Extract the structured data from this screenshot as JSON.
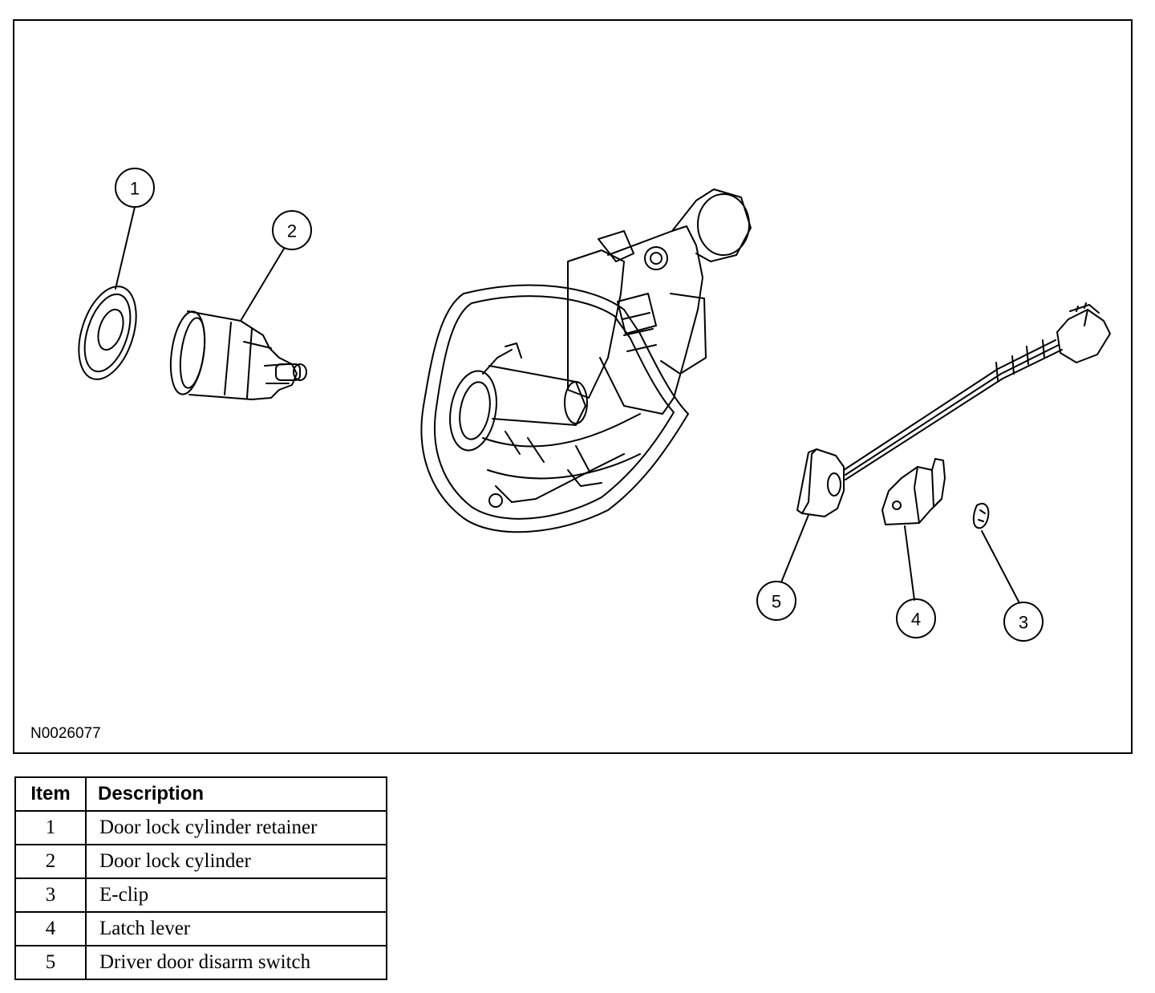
{
  "figure": {
    "id": "N0026077",
    "callouts": [
      "1",
      "2",
      "3",
      "4",
      "5"
    ]
  },
  "legend": {
    "headers": {
      "item": "Item",
      "description": "Description"
    },
    "rows": [
      {
        "item": "1",
        "description": "Door lock cylinder retainer"
      },
      {
        "item": "2",
        "description": "Door lock cylinder"
      },
      {
        "item": "3",
        "description": "E-clip"
      },
      {
        "item": "4",
        "description": "Latch lever"
      },
      {
        "item": "5",
        "description": "Driver door disarm switch"
      }
    ]
  }
}
